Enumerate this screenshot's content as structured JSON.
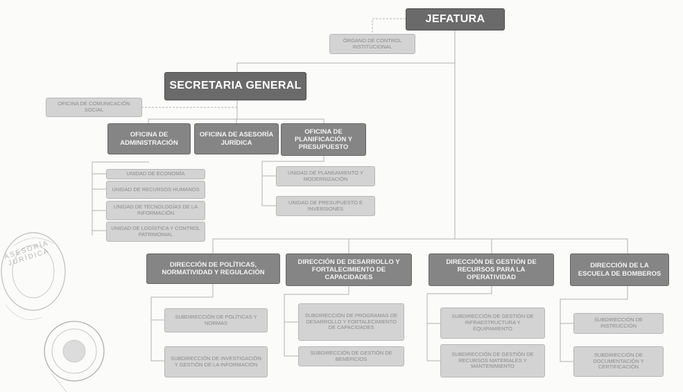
{
  "top": {
    "jefatura": "JEFATURA",
    "oci": "ÓRGANO DE CONTROL INSTITUCIONAL"
  },
  "secretaria": {
    "title": "SECRETARIA GENERAL",
    "comunicacion": "OFICINA DE COMUNICACIÓN SOCIAL"
  },
  "oficinas": {
    "administracion": "OFICINA DE ADMINISTRACIÓN",
    "asesoria": "OFICINA DE ASESORÍA JURÍDICA",
    "planificacion": "OFICINA DE PLANIFICACIÓN Y PRESUPUESTO"
  },
  "unidades_admin": [
    "UNIDAD DE ECONOMÍA",
    "UNIDAD DE RECURSOS HUMANOS",
    "UNIDAD DE TECNOLOGÍAS DE LA INFORMACIÓN",
    "UNIDAD DE LOGÍSTICA Y CONTROL PATRIMONIAL"
  ],
  "unidades_plan": [
    "UNIDAD DE PLANEAMIENTO Y MODERNIZACIÓN",
    "UNIDAD DE PRESUPUESTO E INVERSIONES"
  ],
  "direcciones": [
    {
      "name": "DIRECCIÓN DE POLÍTICAS, NORMATIVIDAD Y REGULACIÓN",
      "subs": [
        "SUBDIRECCIÓN DE POLÍTICAS Y NORMAS",
        "SUBDIRECCIÓN DE INVESTIGACIÓN Y GESTIÓN DE LA INFORMACIÓN"
      ]
    },
    {
      "name": "DIRECCIÓN DE DESARROLLO Y FORTALECIMIENTO DE CAPACIDADES",
      "subs": [
        "SUBDIRECCIÓN DE PROGRAMAS DE DESARROLLO Y FORTALECIMIENTO DE CAPACIDADES",
        "SUBDIRECCIÓN DE GESTIÓN DE BENEFICIOS"
      ]
    },
    {
      "name": "DIRECCIÓN DE GESTIÓN DE RECURSOS PARA LA OPERATIVIDAD",
      "subs": [
        "SUBDIRECCIÓN DE GESTIÓN DE INFRAESTRUCTURA Y EQUIPAMIENTO",
        "SUBDIRECCIÓN DE GESTIÓN DE RECURSOS MATERIALES Y MANTENIMIENTO"
      ]
    },
    {
      "name": "DIRECCIÓN DE LA ESCUELA DE BOMBEROS",
      "subs": [
        "SUBDIRECCIÓN DE INSTRUCCIÓN",
        "SUBDIRECCIÓN DE DOCUMENTACIÓN Y CERTIFICACIÓN"
      ]
    }
  ],
  "stamp": {
    "text": "ASESORÍA JURÍDICA"
  },
  "colors": {
    "dark": "#6a6a6a",
    "mid": "#858585",
    "light": "#d3d3d3",
    "line": "#b0b0b0"
  }
}
